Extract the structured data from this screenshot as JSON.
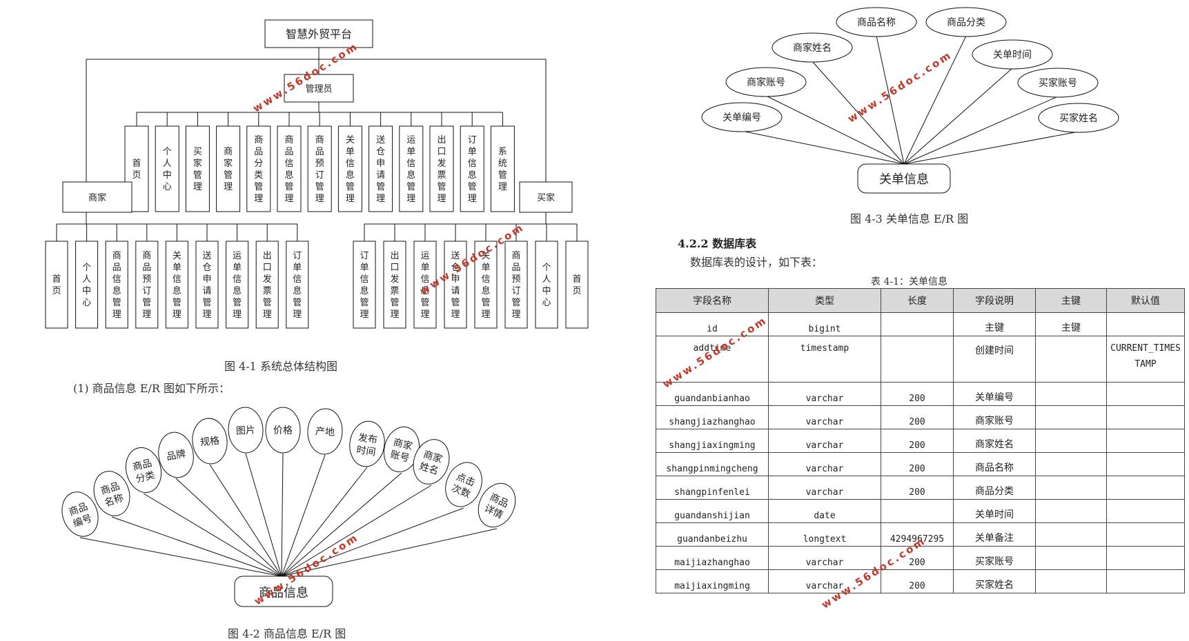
{
  "structure_chart": {
    "root": "智慧外贸平台",
    "admin": "管理员",
    "admin_modules": [
      "首页",
      "个人中心",
      "买家管理",
      "商家管理",
      "商品分类管理",
      "商品信息管理",
      "商品预订管理",
      "关单信息管理",
      "送仓申请管理",
      "运单信息管理",
      "出口发票管理",
      "订单信息管理",
      "系统管理"
    ],
    "merchant": "商家",
    "merchant_modules": [
      "首页",
      "个人中心",
      "商品信息管理",
      "商品预订管理",
      "关单信息管理",
      "送仓申请管理",
      "运单信息管理",
      "出口发票管理",
      "订单信息管理"
    ],
    "buyer": "买家",
    "buyer_modules": [
      "订单信息管理",
      "出口发票管理",
      "运单信息管理",
      "送仓申请管理",
      "关单信息管理",
      "商品预订管理",
      "个人中心",
      "首页"
    ],
    "caption": "图 4-1  系统总体结构图"
  },
  "product_er": {
    "intro": "(1) 商品信息 E/R 图如下所示：",
    "entity": "商品信息",
    "attributes": [
      "商品编号",
      "商品名称",
      "商品分类",
      "品牌",
      "规格",
      "图片",
      "价格",
      "产地",
      "发布时间",
      "商家账号",
      "商家姓名",
      "点击次数",
      "商品详情"
    ],
    "caption": "图 4-2 商品信息 E/R 图"
  },
  "customs_er": {
    "entity": "关单信息",
    "attributes": [
      "关单编号",
      "商家账号",
      "商家姓名",
      "商品名称",
      "商品分类",
      "关单时间",
      "买家账号",
      "买家姓名"
    ],
    "caption": "图 4-3 关单信息 E/R 图"
  },
  "section": {
    "heading": "4.2.2 数据库表",
    "text": "数据库表的设计，如下表："
  },
  "table": {
    "title": "表 4-1：关单信息",
    "headers": [
      "字段名称",
      "类型",
      "长度",
      "字段说明",
      "主键",
      "默认值"
    ],
    "rows": [
      [
        "id",
        "bigint",
        "",
        "主键",
        "主键",
        ""
      ],
      [
        "addtime",
        "timestamp",
        "",
        "创建时间",
        "",
        "CURRENT_TIMESTAMP"
      ],
      [
        "guandanbianhao",
        "varchar",
        "200",
        "关单编号",
        "",
        ""
      ],
      [
        "shangjiazhanghao",
        "varchar",
        "200",
        "商家账号",
        "",
        ""
      ],
      [
        "shangjiaxingming",
        "varchar",
        "200",
        "商家姓名",
        "",
        ""
      ],
      [
        "shangpinmingcheng",
        "varchar",
        "200",
        "商品名称",
        "",
        ""
      ],
      [
        "shangpinfenlei",
        "varchar",
        "200",
        "商品分类",
        "",
        ""
      ],
      [
        "guandanshijian",
        "date",
        "",
        "关单时间",
        "",
        ""
      ],
      [
        "guandanbeizhu",
        "longtext",
        "4294967295",
        "关单备注",
        "",
        ""
      ],
      [
        "maijiazhanghao",
        "varchar",
        "200",
        "买家账号",
        "",
        ""
      ],
      [
        "maijiaxingming",
        "varchar",
        "200",
        "买家姓名",
        "",
        ""
      ]
    ]
  },
  "watermark": "www.56doc.com"
}
